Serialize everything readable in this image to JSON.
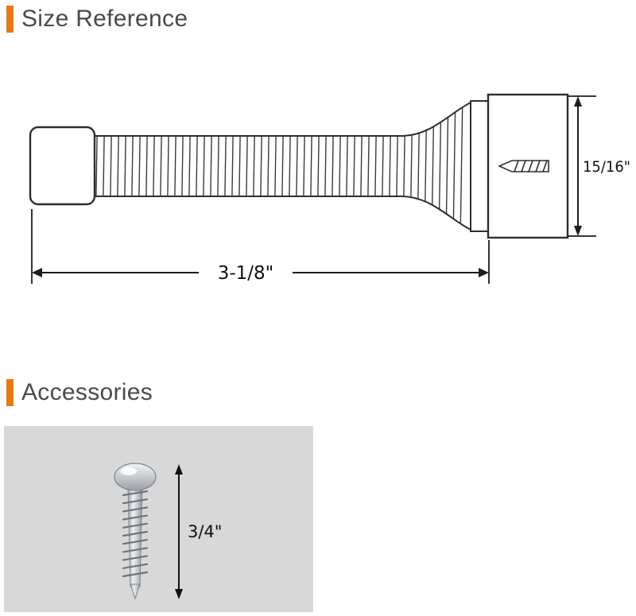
{
  "accent_color": "#e87913",
  "photo_background": "#d8d8d8",
  "size_reference": {
    "title": "Size Reference",
    "length_label": "3-1/8\"",
    "height_label": "15/16\""
  },
  "accessories": {
    "title": "Accessories",
    "screw_length_label": "3/4\""
  }
}
